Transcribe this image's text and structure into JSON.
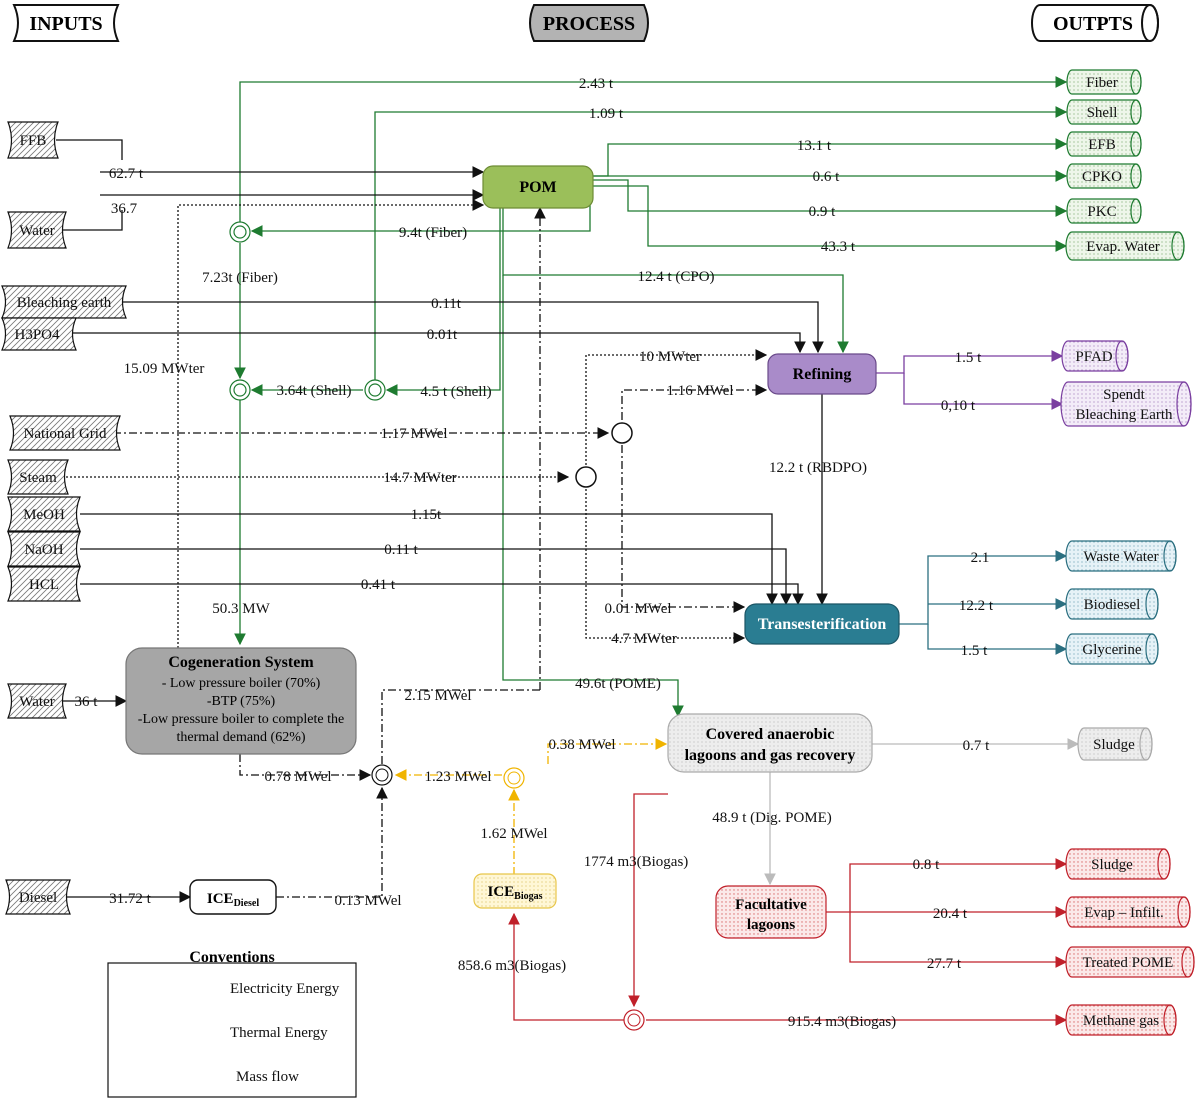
{
  "headers": {
    "inputs": "INPUTS",
    "process": "PROCESS",
    "outputs": "OUTPTS"
  },
  "inputs": {
    "ffb": "FFB",
    "water1": "Water",
    "bleaching": "Bleaching earth",
    "h3po4": "H3PO4",
    "grid": "National Grid",
    "steam": "Steam",
    "meoh": "MeOH",
    "naoh": "NaOH",
    "hcl": "HCL",
    "water2": "Water",
    "diesel": "Diesel"
  },
  "processes": {
    "pom": "POM",
    "refining": "Refining",
    "trans": "Transesterification",
    "cogen": {
      "title": "Cogeneration System",
      "lines": [
        "- Low pressure boiler (70%)",
        "-BTP (75%)",
        "-Low pressure boiler to complete the",
        "thermal demand (62%)"
      ]
    },
    "lagoons": [
      "Covered anaerobic",
      "lagoons and gas recovery"
    ],
    "facultative": [
      "Facultative",
      "lagoons"
    ],
    "ice_diesel": {
      "main": "ICE",
      "sub": "Diesel"
    },
    "ice_biogas": {
      "main": "ICE",
      "sub": "Biogas"
    }
  },
  "outputs": {
    "fiber": "Fiber",
    "shell": "Shell",
    "efb": "EFB",
    "cpko": "CPKO",
    "pkc": "PKC",
    "evap_water": "Evap. Water",
    "pfad": "PFAD",
    "spent": [
      "Spendt",
      "Bleaching Earth"
    ],
    "waste_water": "Waste Water",
    "biodiesel": "Biodiesel",
    "glycerine": "Glycerine",
    "sludge1": "Sludge",
    "sludge2": "Sludge",
    "evap_infilt": "Evap – Infilt.",
    "treated_pome": "Treated POME",
    "methane": "Methane gas"
  },
  "flows": {
    "fiber_out": "2.43 t",
    "shell_out": "1.09 t",
    "efb": "13.1 t",
    "cpko": "0.6 t",
    "pkc": "0.9 t",
    "evap_water": "43.3 t",
    "ffb": "62.7 t",
    "water1": "36.7",
    "fiber_recycle": "9.4t (Fiber)",
    "fiber_to_boiler": "7.23t (Fiber)",
    "cpo": "12.4 t (CPO)",
    "bleaching": "0.11t",
    "h3po4": "0.01t",
    "thermal_pom": "15.09 MWter",
    "refining_heat": "10 MWter",
    "refining_el": "1.16 MWel",
    "shell_to_boiler": "3.64t (Shell)",
    "shell_recycle": "4.5 t (Shell)",
    "grid": "1.17 MWel",
    "steam": "14.7 MWter",
    "rbdpo": "12.2 t (RBDPO)",
    "meoh": "1.15t",
    "naoh": "0.11 t",
    "hcl": "0.41 t",
    "trans_el": "0.01 MWel",
    "trans_heat": "4.7 MWter",
    "cogen_power": "50.3 MW",
    "pfad": "1.5 t",
    "spent": "0,10 t",
    "waste_water": "2.1",
    "biodiesel": "12.2 t",
    "glycerine": "1.5 t",
    "water2": "36 t",
    "pome": "49.6t (POME)",
    "el_pom": "2.15 MWel",
    "el_lagoon": "0.38 MWel",
    "sludge1": "0.7 t",
    "cogen_el": "0.78 MWel",
    "biogas_el": "1.23 MWel",
    "ice_biogas_el": "1.62 MWel",
    "dig_pome": "48.9 t (Dig. POME)",
    "biogas_total": "1774 m3(Biogas)",
    "diesel": "31.72 t",
    "ice_diesel_el": "0.13 MWel",
    "sludge2": "0.8 t",
    "evap_infilt": "20.4 t",
    "treated_pome": "27.7 t",
    "biogas_ice": "858.6 m3(Biogas)",
    "methane": "915.4 m3(Biogas)"
  },
  "conventions": {
    "title": "Conventions",
    "electricity": "Electricity Energy",
    "thermal": "Thermal Energy",
    "mass": "Mass flow"
  },
  "colors": {
    "green": "#1e7b30",
    "purple": "#7a3fa0",
    "teal": "#2b6f80",
    "red": "#c0202a",
    "yellow": "#f0b400",
    "grey": "#b0b0b0",
    "black": "#111111"
  }
}
